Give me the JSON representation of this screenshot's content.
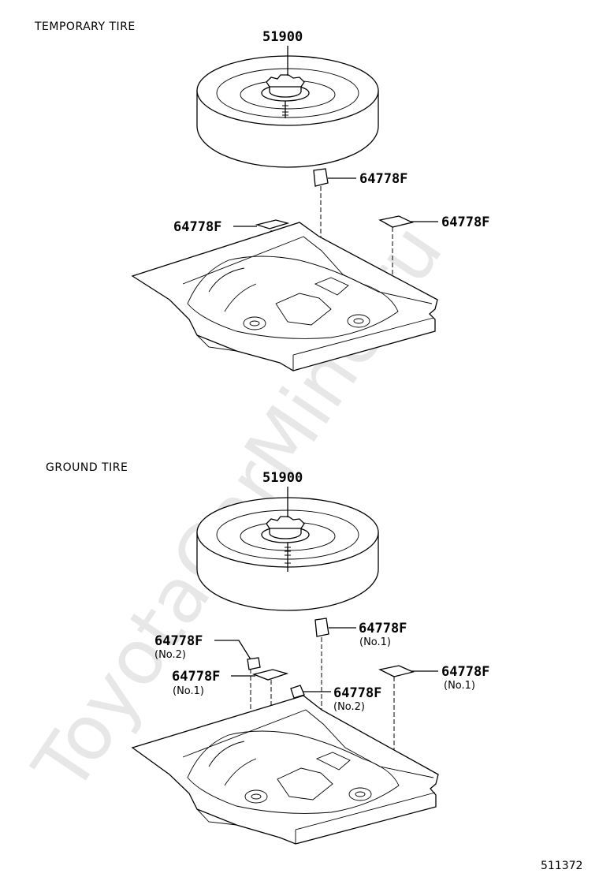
{
  "watermark": "ToyotaCarMine.ru",
  "diagram_id": "511372",
  "sections": [
    {
      "title": "TEMPORARY TIRE",
      "labels": {
        "tire": "51900",
        "right_top": "64778F",
        "left": "64778F",
        "right": "64778F"
      }
    },
    {
      "title": "GROUND TIRE",
      "labels": {
        "tire": "51900",
        "right_top": "64778F",
        "right_top_sub": "(No.1)",
        "left_upper": "64778F",
        "left_upper_sub": "(No.2)",
        "left_lower": "64778F",
        "left_lower_sub": "(No.1)",
        "mid": "64778F",
        "mid_sub": "(No.2)",
        "right": "64778F",
        "right_sub": "(No.1)"
      }
    }
  ]
}
